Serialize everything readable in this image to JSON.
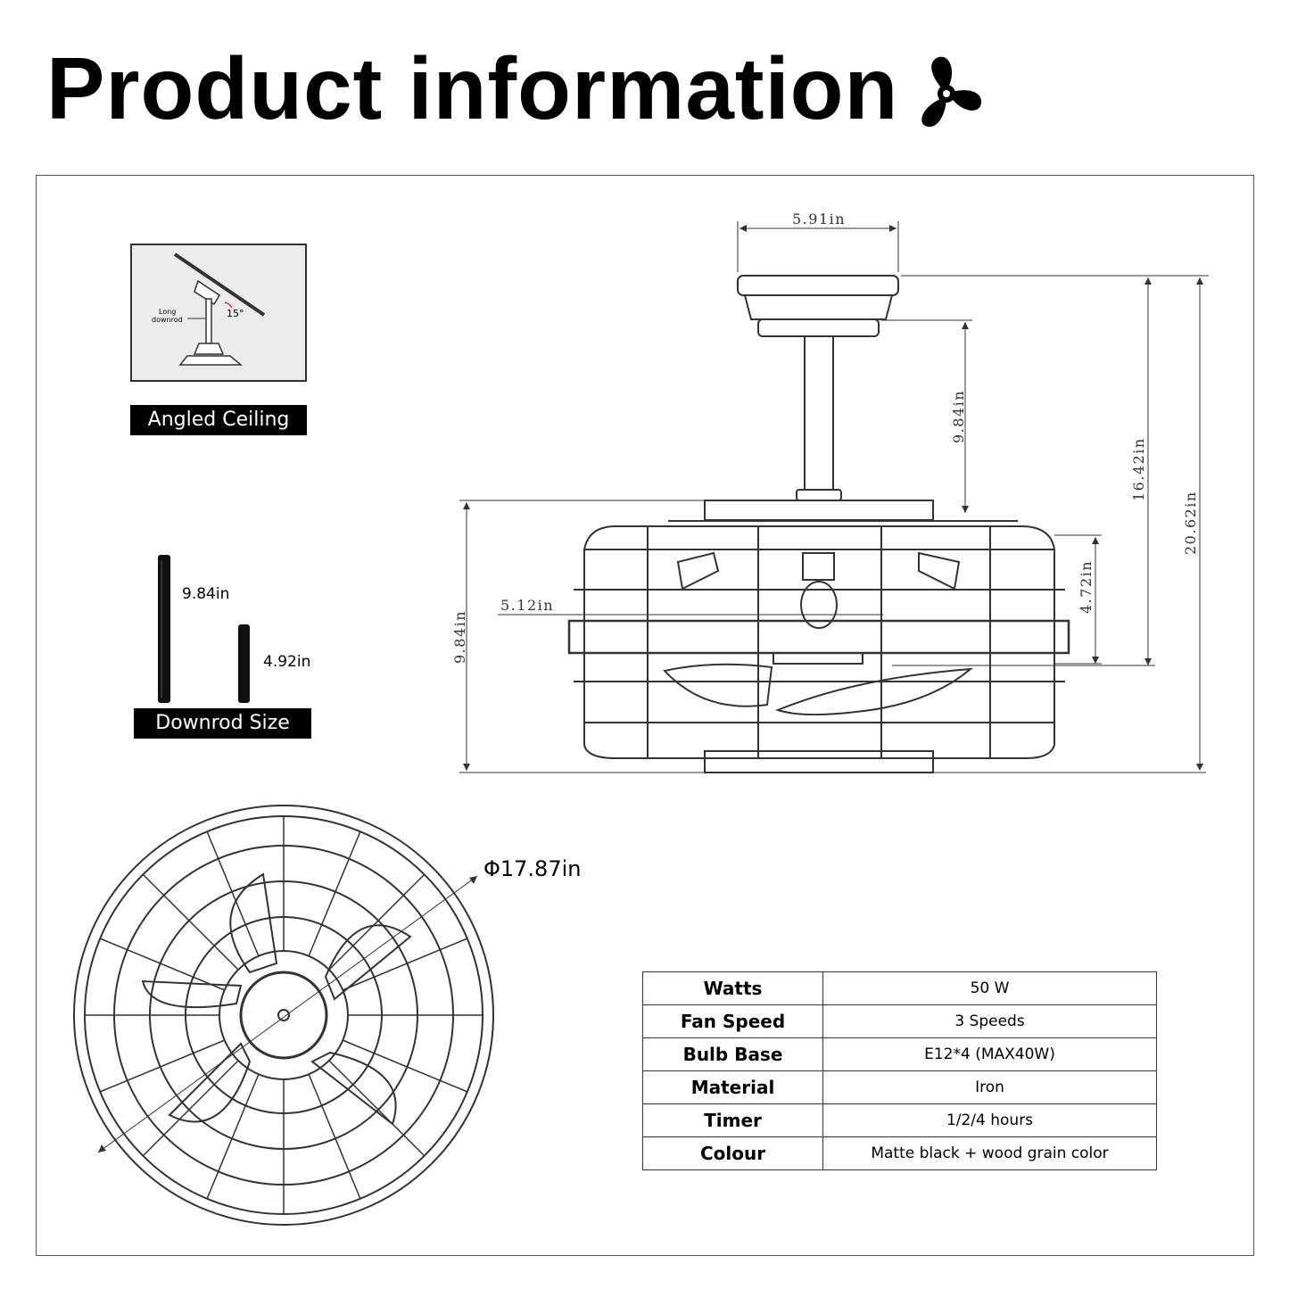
{
  "title": "Product information",
  "angled_ceiling": {
    "label": "Angled Ceiling",
    "inset_text_1": "Long",
    "inset_text_2": "downrod",
    "angle": "15°"
  },
  "downrods": {
    "label": "Downrod Size",
    "long": "9.84in",
    "short": "4.92in"
  },
  "dimensions": {
    "canopy_width": "5.91in",
    "downrod_drop": "9.84in",
    "canopy_to_blade": "16.42in",
    "total_height": "20.62in",
    "body_height": "9.84in",
    "light_height": "4.72in",
    "light_width": "5.12in",
    "diameter": "Φ17.87in"
  },
  "specs": [
    {
      "key": "Watts",
      "value": "50 W"
    },
    {
      "key": "Fan Speed",
      "value": "3 Speeds"
    },
    {
      "key": "Bulb Base",
      "value": "E12*4  (MAX40W)"
    },
    {
      "key": "Material",
      "value": "Iron"
    },
    {
      "key": "Timer",
      "value": "1/2/4 hours"
    },
    {
      "key": "Colour",
      "value": "Matte black + wood grain color"
    }
  ]
}
